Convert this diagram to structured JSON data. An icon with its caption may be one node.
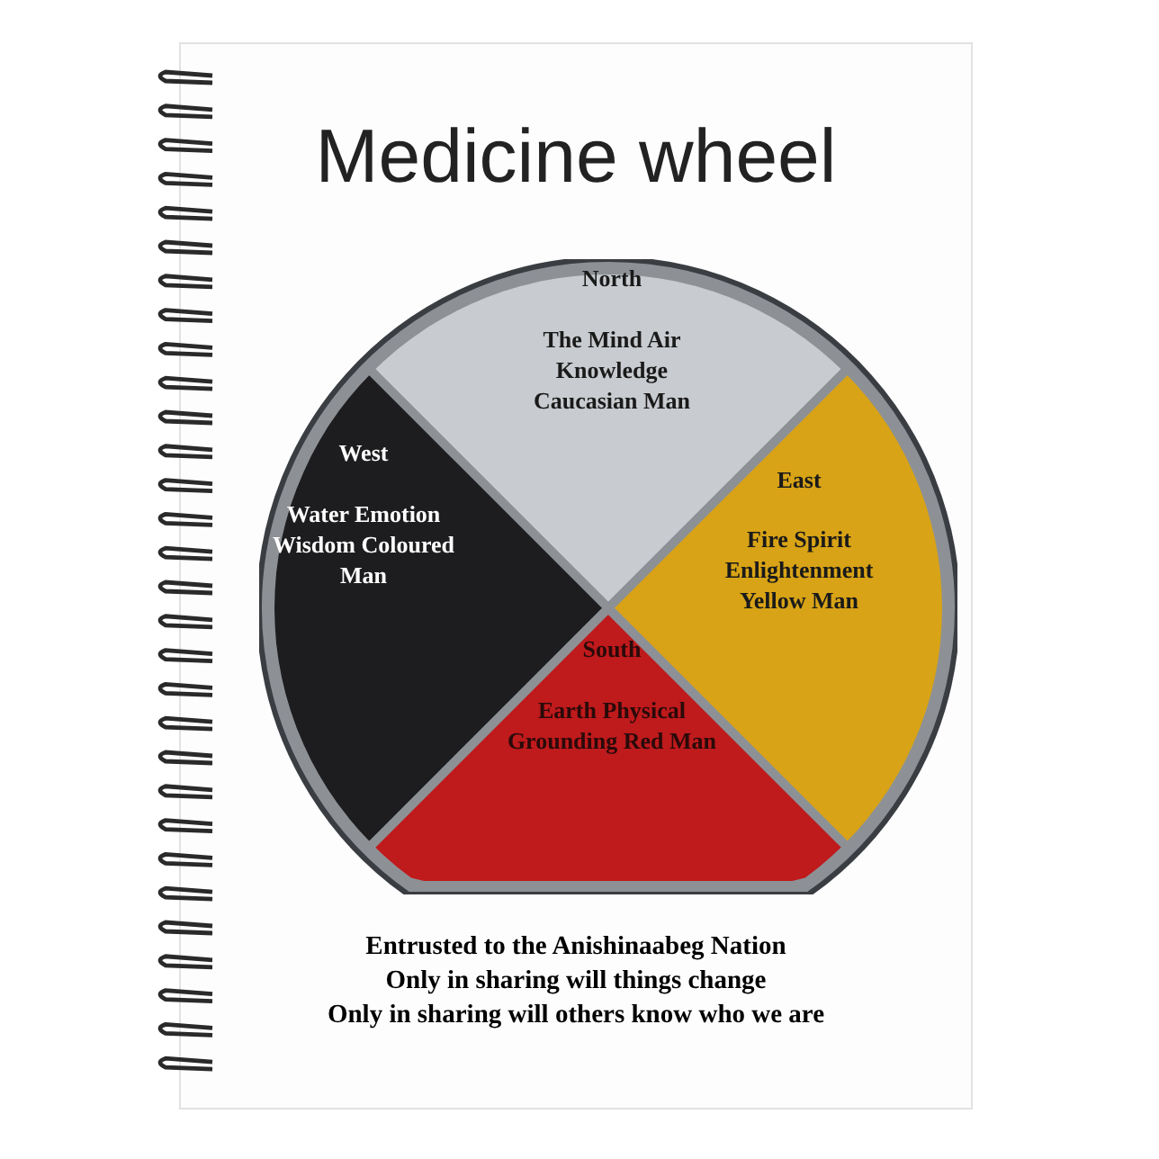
{
  "diagram": {
    "title": "Medicine wheel",
    "nodes": [
      {
        "text": [],
        "shape": "circle"
      },
      {
        "text": [
          "North",
          "The Mind Air Knowledge Caucasian Man"
        ],
        "in": 0
      },
      {
        "text": [
          "East",
          "Fire Spirit Enlightenment Yellow Man"
        ],
        "in": 0
      },
      {
        "text": [
          "South",
          "Earth Physical Grounding Red Man"
        ],
        "in": 0
      },
      {
        "text": [
          "West",
          "Water Emotion Wisdom Coloured Man"
        ],
        "in": 0
      }
    ],
    "labels": [
      "Entrusted to the Anishinaabeg Nation",
      "Only in sharing will things change",
      "Only in sharing will others know who we are"
    ]
  }
}
